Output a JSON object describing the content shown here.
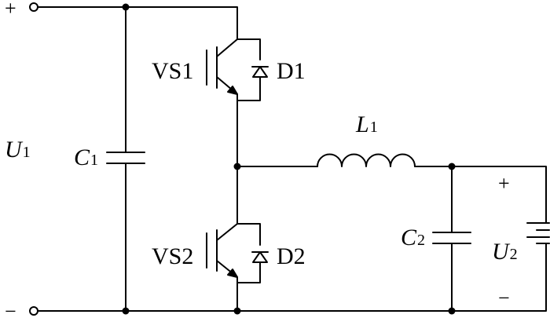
{
  "terminals": {
    "plus": "+",
    "minus": "−"
  },
  "labels": {
    "u1": {
      "main": "U",
      "sub": "1"
    },
    "c1": {
      "main": "C",
      "sub": "1"
    },
    "vs1": "VS1",
    "d1": "D1",
    "vs2": "VS2",
    "d2": "D2",
    "l1": {
      "main": "L",
      "sub": "1"
    },
    "c2": {
      "main": "C",
      "sub": "2"
    },
    "u2": {
      "main": "U",
      "sub": "2"
    },
    "u2_plus": "+",
    "u2_minus": "−"
  },
  "colors": {
    "wire": "#000000",
    "background": "#ffffff"
  }
}
